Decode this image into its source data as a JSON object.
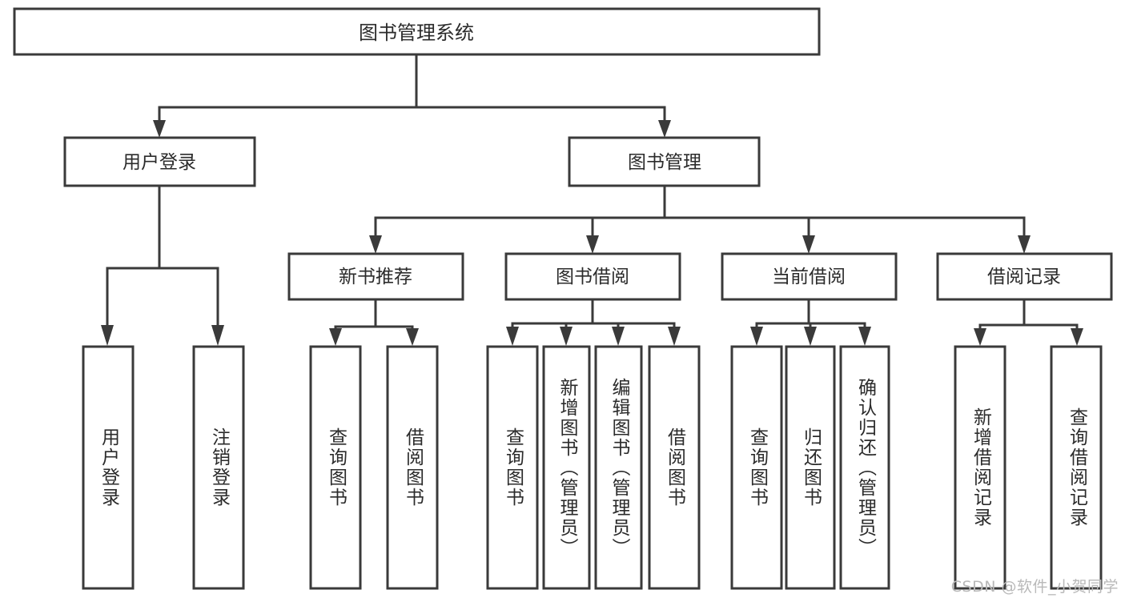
{
  "diagram": {
    "title": "图书管理系统",
    "type": "tree-hierarchy-chart",
    "watermark": "CSDN @软件_小贺同学"
  },
  "nodes": {
    "root": {
      "label": "图书管理系统"
    },
    "level2": [
      {
        "label": "用户登录"
      },
      {
        "label": "图书管理"
      }
    ],
    "level3": [
      {
        "label": "新书推荐"
      },
      {
        "label": "图书借阅"
      },
      {
        "label": "当前借阅"
      },
      {
        "label": "借阅记录"
      }
    ],
    "leaves_user_login": [
      {
        "label": "用户登录"
      },
      {
        "label": "注销登录"
      }
    ],
    "leaves_new_book": [
      {
        "label": "查询图书"
      },
      {
        "label": "借阅图书"
      }
    ],
    "leaves_borrow": [
      {
        "label": "查询图书"
      },
      {
        "label": "新增图书（管理员）"
      },
      {
        "label": "编辑图书（管理员）"
      },
      {
        "label": "借阅图书"
      }
    ],
    "leaves_current": [
      {
        "label": "查询图书"
      },
      {
        "label": "归还图书"
      },
      {
        "label": "确认归还（管理员）"
      }
    ],
    "leaves_records": [
      {
        "label": "新增借阅记录"
      },
      {
        "label": "查询借阅记录"
      }
    ]
  },
  "style": {
    "stroke": "#3a3a3a",
    "fill": "#ffffff",
    "text": "#2b2b2b",
    "watermark_color": "#b9b9b9"
  }
}
